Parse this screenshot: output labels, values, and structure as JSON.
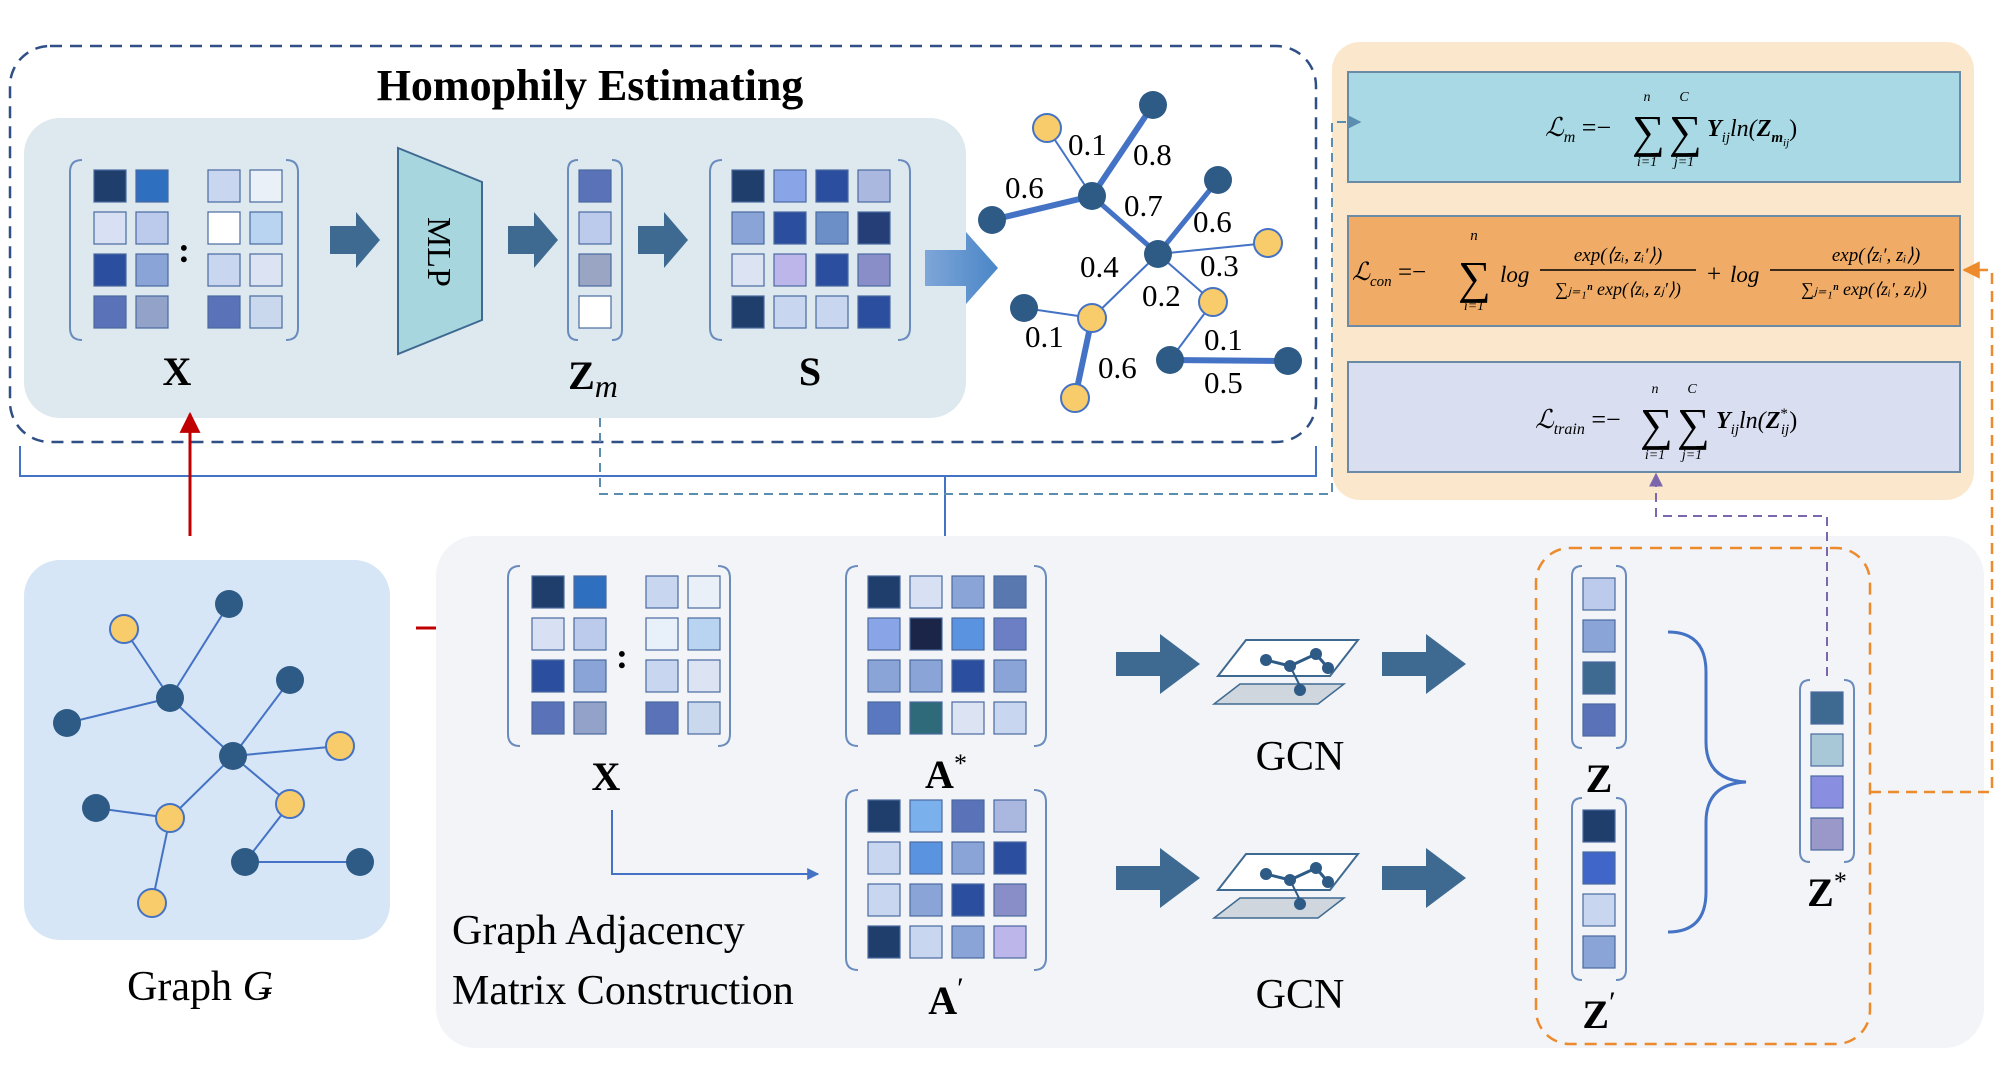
{
  "top_section": {
    "title": "Homophily Estimating"
  },
  "labels": {
    "x_top": "X",
    "mlp": "MLP",
    "zm_main": "Z",
    "zm_sub": "m",
    "s": "S",
    "graph_main": "Graph ",
    "graph_sym": "Ǥ",
    "x_bottom": "X",
    "a_star_main": "A",
    "a_star_sup": "*",
    "a_prime_main": "A",
    "a_prime_sup": "′",
    "gcn_1": "GCN",
    "gcn_2": "GCN",
    "z": "Z",
    "z_prime_main": "Z",
    "z_prime_sup": "′",
    "z_star_main": "Z",
    "z_star_sup": "*",
    "construction_line1": "Graph Adjacency",
    "construction_line2": "Matrix Construction",
    "colon_ellipsis": ":"
  },
  "edge_weights": [
    "0.1",
    "0.8",
    "0.6",
    "0.7",
    "0.6",
    "0.3",
    "0.4",
    "0.2",
    "0.1",
    "0.6",
    "0.1",
    "0.5"
  ],
  "losses": {
    "lm": {
      "lhs": "ℒ",
      "lhs_sub": "m",
      "eq": " =−",
      "sum1_top": "n",
      "sum1_bot": "i=1",
      "sum2_top": "C",
      "sum2_bot": "j=1",
      "body_y": "Y",
      "body_ysub": "ij",
      "body_ln": "ln(",
      "body_z": "Z",
      "body_zsub": "m",
      "body_zsub2": "ij",
      "body_close": ")"
    },
    "lcon": {
      "lhs": "ℒ",
      "lhs_sub": "con",
      "eq": " =−",
      "sum_top": "n",
      "sum_bot": "i=1",
      "log1": "log",
      "num1": "exp(⟨zᵢ, zᵢ′⟩)",
      "den1": "∑ⱼ₌₁ⁿ exp(⟨zᵢ, zⱼ′⟩)",
      "plus": "+",
      "log2": "log",
      "num2": "exp(⟨zᵢ′, zᵢ⟩)",
      "den2": "∑ⱼ₌₁ⁿ exp(⟨zᵢ′, zⱼ⟩)"
    },
    "ltrain": {
      "lhs": "ℒ",
      "lhs_sub": "train",
      "eq": " =−",
      "sum1_top": "n",
      "sum1_bot": "i=1",
      "sum2_top": "C",
      "sum2_bot": "j=1",
      "body_y": "Y",
      "body_ysub": "ij",
      "body_ln": "ln(",
      "body_z": "Z",
      "body_zsup": "*",
      "body_zsub": "ij",
      "body_close": ")"
    }
  },
  "colors": {
    "panel_top": "#dde9ef",
    "panel_bottom": "#f2f4f8",
    "panel_graph": "#d6e6f6",
    "loss_panel": "#fbe8cc",
    "box_lm": "#a8d9e4",
    "box_lcon": "#f0ac66",
    "box_ltrain": "#d9def0",
    "node_dark": "#2e5a86",
    "node_light": "#f8cc6a",
    "edge": "#4472c4",
    "arrow_big": "#3e6a91",
    "arrow_red": "#c00000",
    "dash_navy": "#2f4f86",
    "dash_orange": "#ec8a2c",
    "dash_purple": "#7c67ad",
    "mlp_fill": "#a7d6df"
  }
}
